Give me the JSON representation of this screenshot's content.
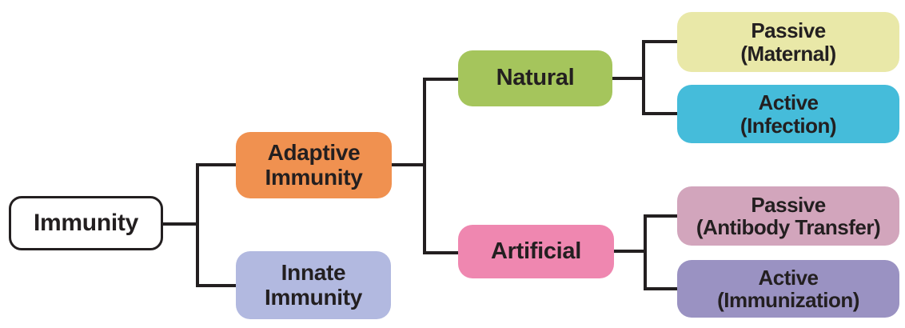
{
  "palette": {
    "line": "#231f20",
    "text": "#231f20"
  },
  "nodes": {
    "immunity": {
      "lines": [
        "Immunity"
      ],
      "bg": "#ffffff"
    },
    "adaptive": {
      "lines": [
        "Adaptive",
        "Immunity"
      ],
      "bg": "#f09150"
    },
    "innate": {
      "lines": [
        "Innate",
        "Immunity"
      ],
      "bg": "#b2b9e0"
    },
    "natural": {
      "lines": [
        "Natural"
      ],
      "bg": "#a5c55c"
    },
    "artificial": {
      "lines": [
        "Artificial"
      ],
      "bg": "#ef87b0"
    },
    "passive_maternal": {
      "lines": [
        "Passive",
        "(Maternal)"
      ],
      "bg": "#e9e8a8"
    },
    "active_infection": {
      "lines": [
        "Active",
        "(Infection)"
      ],
      "bg": "#45bcda"
    },
    "passive_antibody": {
      "lines": [
        "Passive",
        "(Antibody Transfer)"
      ],
      "bg": "#d2a5bc"
    },
    "active_immunization": {
      "lines": [
        "Active",
        "(Immunization)"
      ],
      "bg": "#9a92c2"
    }
  }
}
